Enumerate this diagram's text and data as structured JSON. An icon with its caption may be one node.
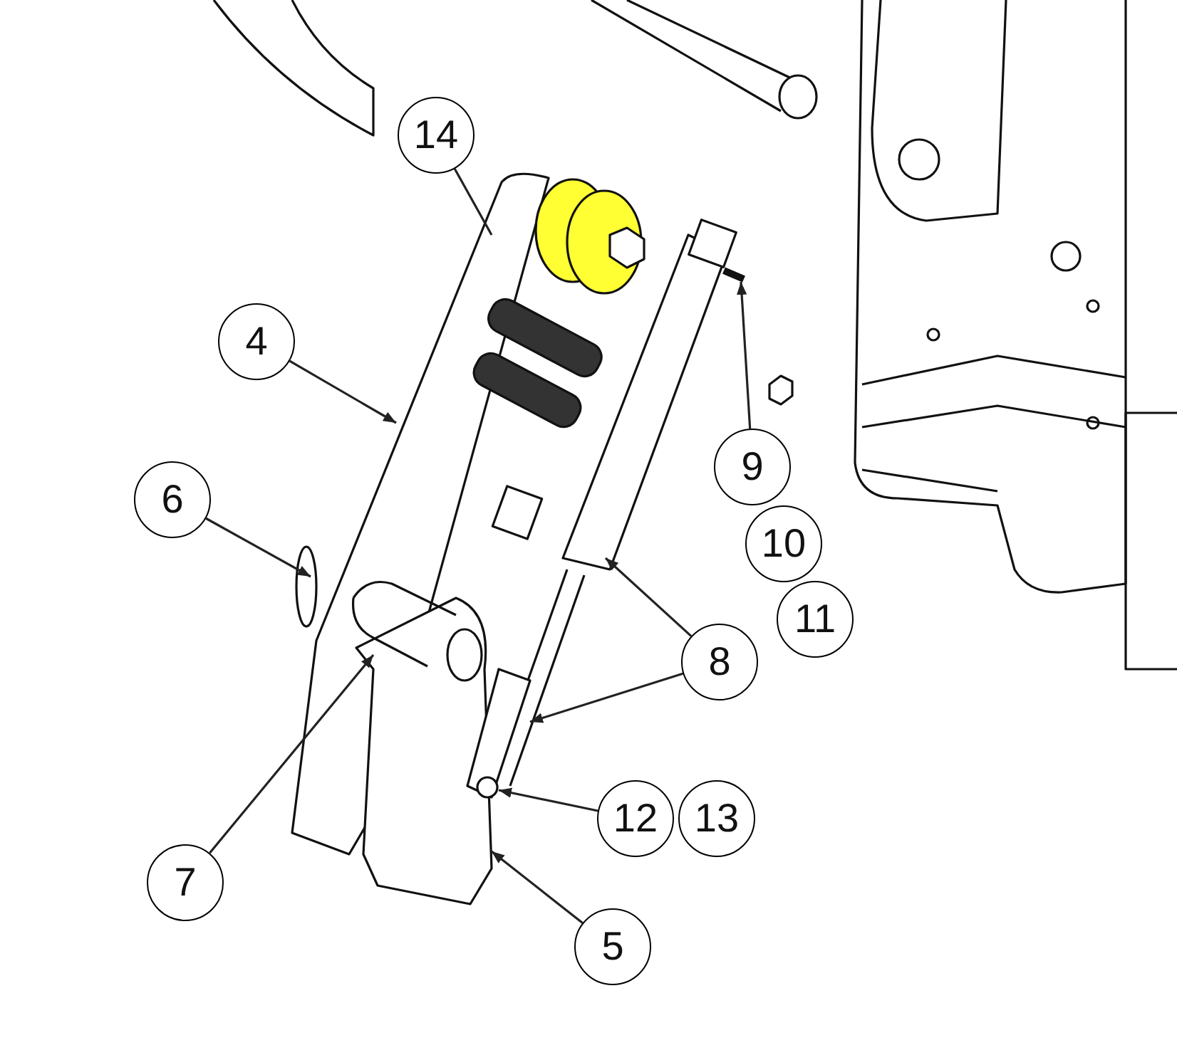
{
  "diagram": {
    "nodes": [
      {
        "text": [
          "14"
        ]
      },
      {
        "text": [
          "4"
        ]
      },
      {
        "text": [
          "9"
        ]
      },
      {
        "text": [
          "6"
        ]
      },
      {
        "text": [
          "10"
        ]
      },
      {
        "text": [
          "11"
        ]
      },
      {
        "text": [
          "8"
        ]
      },
      {
        "text": [
          "7"
        ]
      },
      {
        "text": [
          "12"
        ]
      },
      {
        "text": [
          "13"
        ]
      },
      {
        "text": [
          "5"
        ]
      }
    ],
    "edges": [
      {
        "from": 0,
        "to": null,
        "arrow": "none"
      },
      {
        "from": 1,
        "to": null,
        "arrow": "to"
      },
      {
        "from": 2,
        "to": null,
        "arrow": "to"
      },
      {
        "from": 3,
        "to": null,
        "arrow": "to"
      },
      {
        "from": 6,
        "to": null,
        "arrow": "to"
      },
      {
        "from": 6,
        "to": null,
        "arrow": "to"
      },
      {
        "from": 7,
        "to": null,
        "arrow": "to"
      },
      {
        "from": 8,
        "to": null,
        "arrow": "to"
      },
      {
        "from": 10,
        "to": null,
        "arrow": "to"
      }
    ]
  }
}
